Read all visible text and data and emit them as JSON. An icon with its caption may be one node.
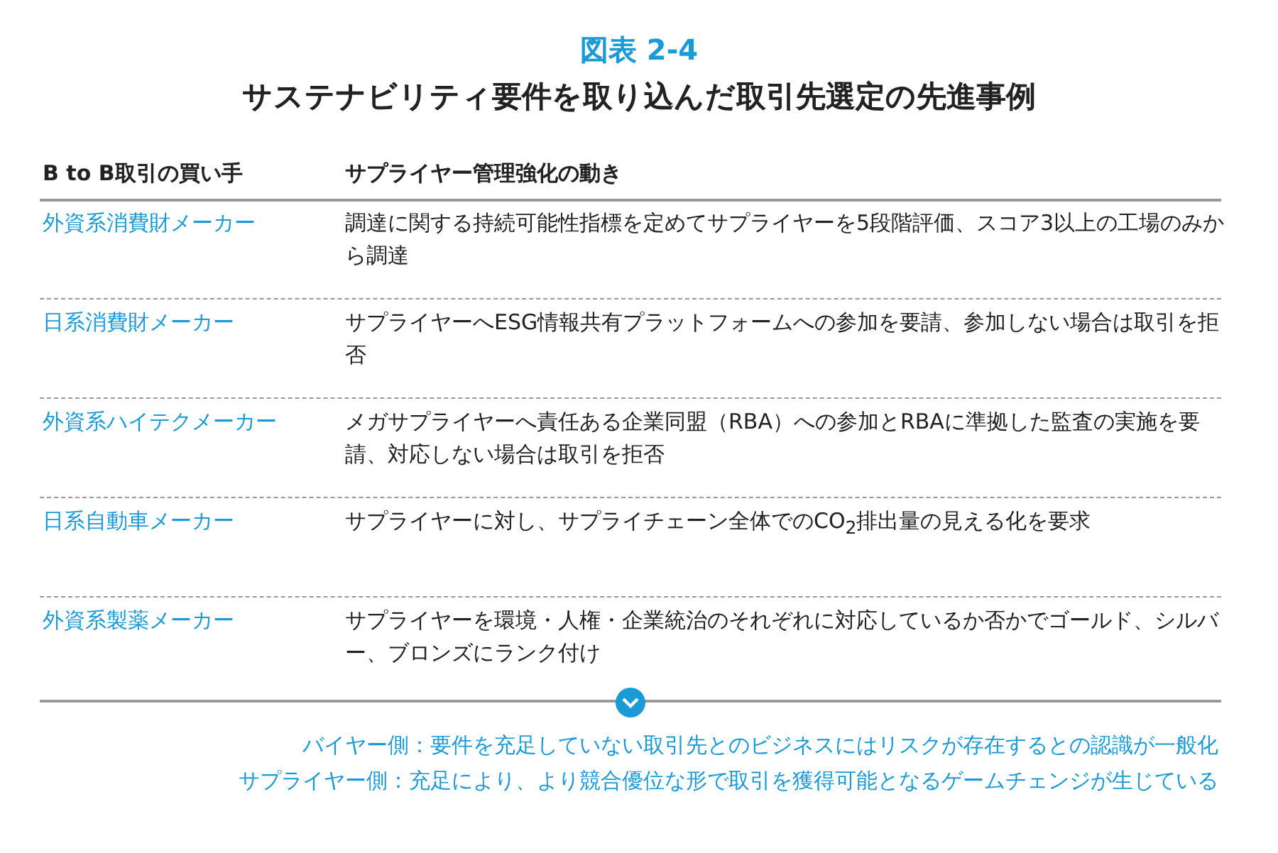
{
  "diagram": {
    "title": "サステナビリティ要件を取り込んだ取引先選定の先進事例",
    "labels": [
      "図表 2-4",
      "B to B取引の買い手",
      "サプライヤー管理強化の動き",
      "外資系消費財メーカー",
      "調達に関する持続可能性指標を定めてサプライヤーを5段階評価、スコア3以上の工場のみから調達",
      "日系消費財メーカー",
      "サプライヤーへESG情報共有プラットフォームへの参加を要請、参加しない場合は取引を拒否",
      "外資系ハイテクメーカー",
      "メガサプライヤーへ責任ある企業同盟（RBA）への参加とRBAに準拠した監査の実施を要請、対応しない場合は取引を拒否",
      "日系自動車メーカー",
      "サプライヤーに対し、サプライチェーン全体でのCO$_{2}$排出量の見える化を要求",
      "外資系製薬メーカー",
      "サプライヤーを環境・人権・企業統治のそれぞれに対応しているか否かでゴールド、シルバー、ブロンズにランク付け",
      "バイヤー側：要件を充足していない取引先とのビジネスにはリスクが存在するとの認識が一般化",
      "サプライヤー側：充足により、より競合優位な形で取引を獲得可能となるゲームチェンジが生じている"
    ]
  }
}
